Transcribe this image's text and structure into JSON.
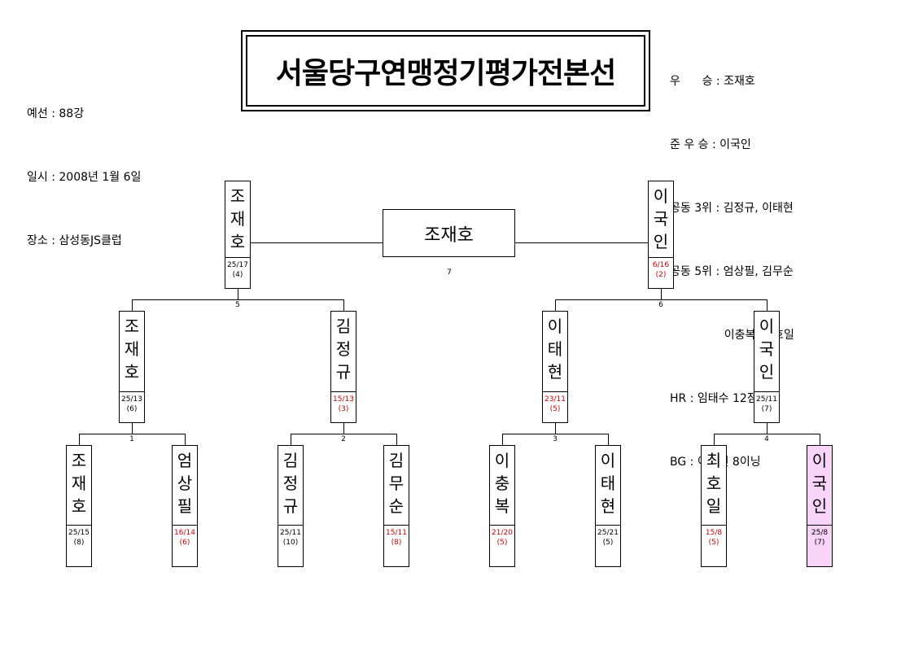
{
  "info": {
    "round": "예선 : 88강",
    "date": "일시 : 2008년 1월 6일",
    "venue": "장소 : 삼성동JS클럽"
  },
  "title": "서울당구연맹정기평가전본선",
  "results": {
    "winner": "우      승 : 조재호",
    "runner_up": "준 우 승 : 이국인",
    "third": "공동 3위 : 김정규, 이태현",
    "fifth_1": "공동 5위 : 엄상필, 김무순",
    "fifth_2": "               이충복, 최호일",
    "hr": "HR : 임태수 12점",
    "bg": "BG : 이국인 8이닝"
  },
  "champion": "조재호",
  "final_match_no": "7",
  "semis": [
    {
      "name": [
        "조",
        "재",
        "호"
      ],
      "score": "25/17",
      "inn": "(4)",
      "red": false
    },
    {
      "name": [
        "이",
        "국",
        "인"
      ],
      "score": "6/16",
      "inn": "(2)",
      "red": true
    }
  ],
  "semi_match_no": [
    "5",
    "6"
  ],
  "quarters": [
    {
      "name": [
        "조",
        "재",
        "호"
      ],
      "score": "25/13",
      "inn": "(6)",
      "red": false
    },
    {
      "name": [
        "김",
        "정",
        "규"
      ],
      "score": "15/13",
      "inn": "(3)",
      "red": true
    },
    {
      "name": [
        "이",
        "태",
        "현"
      ],
      "score": "23/11",
      "inn": "(5)",
      "red": true
    },
    {
      "name": [
        "이",
        "국",
        "인"
      ],
      "score": "25/11",
      "inn": "(7)",
      "red": false
    }
  ],
  "quarter_match_no": [
    "1",
    "2",
    "3",
    "4"
  ],
  "first_round": [
    {
      "name": [
        "조",
        "재",
        "호"
      ],
      "score": "25/15",
      "inn": "(8)",
      "red": false
    },
    {
      "name": [
        "엄",
        "상",
        "필"
      ],
      "score": "16/14",
      "inn": "(6)",
      "red": true
    },
    {
      "name": [
        "김",
        "정",
        "규"
      ],
      "score": "25/11",
      "inn": "(10)",
      "red": false
    },
    {
      "name": [
        "김",
        "무",
        "순"
      ],
      "score": "15/11",
      "inn": "(8)",
      "red": true
    },
    {
      "name": [
        "이",
        "충",
        "복"
      ],
      "score": "21/20",
      "inn": "(5)",
      "red": true
    },
    {
      "name": [
        "이",
        "태",
        "현"
      ],
      "score": "25/21",
      "inn": "(5)",
      "red": false
    },
    {
      "name": [
        "최",
        "호",
        "일"
      ],
      "score": "15/8",
      "inn": "(5)",
      "red": true
    },
    {
      "name": [
        "이",
        "국",
        "인"
      ],
      "score": "25/8",
      "inn": "(7)",
      "red": false,
      "highlight": true
    }
  ]
}
